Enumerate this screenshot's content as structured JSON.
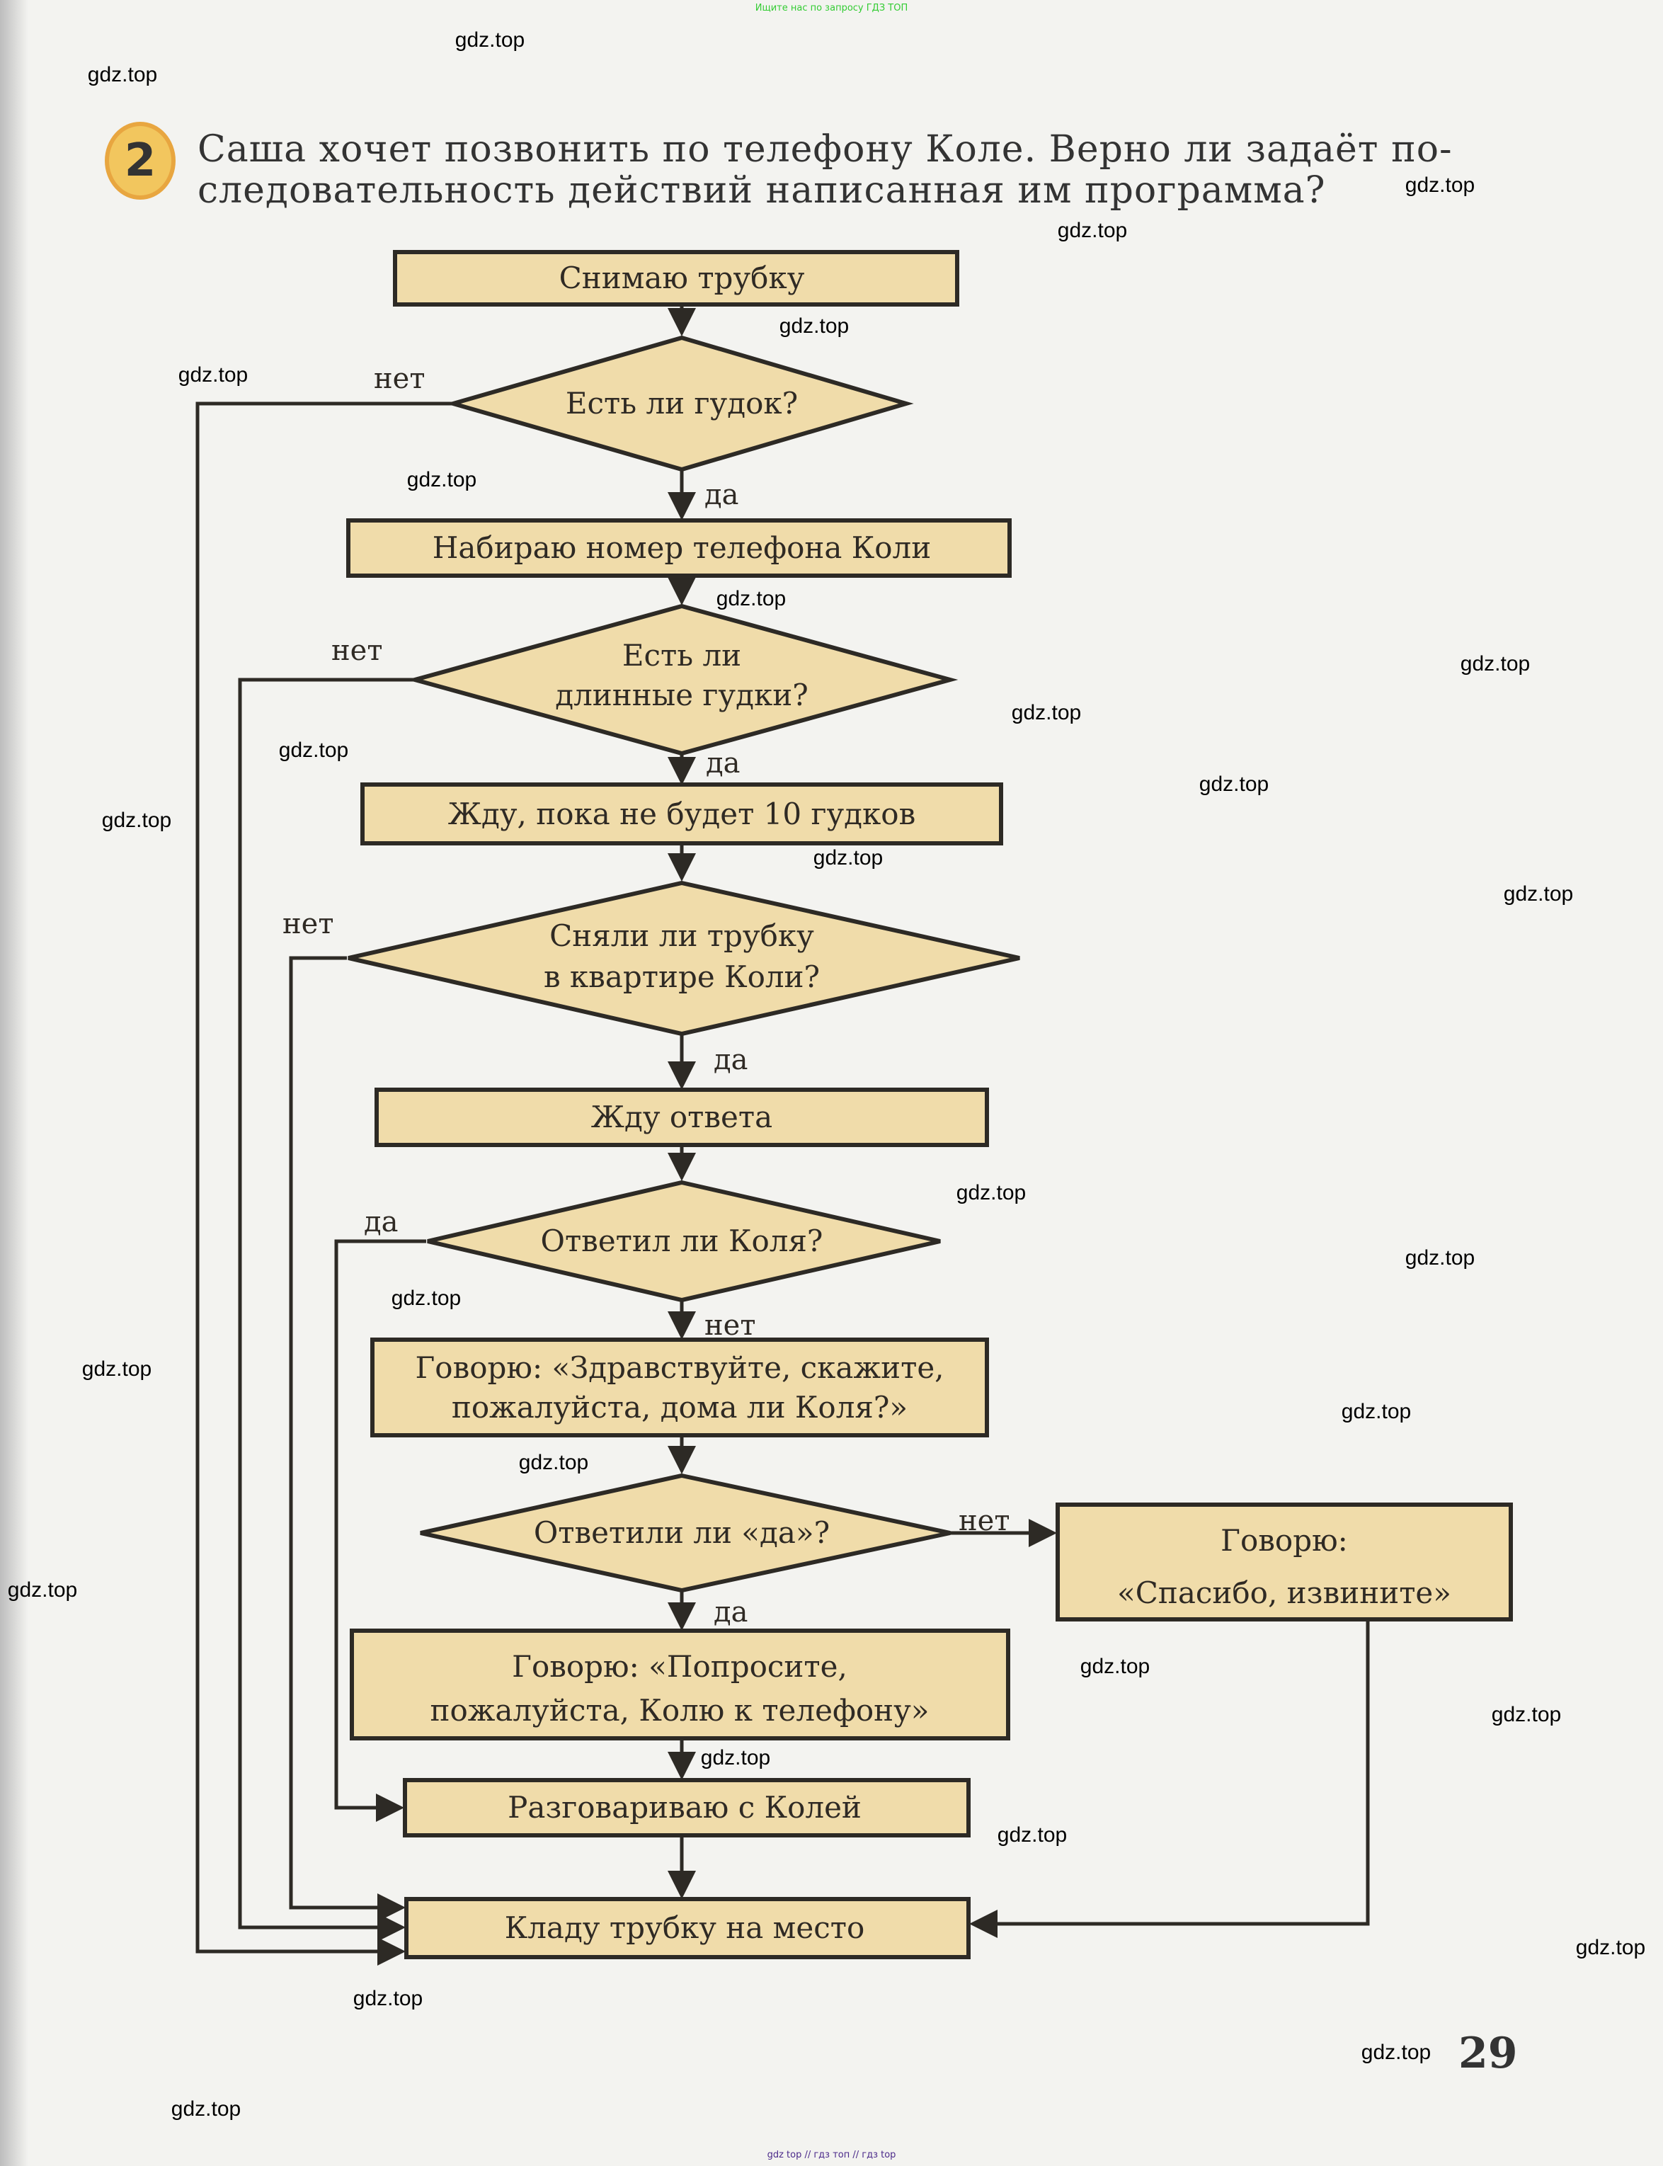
{
  "top_note": "Ищите нас по запросу ГДЗ ТОП",
  "footer_note": "gdz top // гдз топ // гдз top",
  "task": {
    "number": "2",
    "line1": "Саша хочет позвонить по телефону Коле. Верно ли задаёт по-",
    "line2": "следовательность действий написанная им программа?"
  },
  "flowchart": {
    "s1": "Снимаю трубку",
    "d1": "Есть ли гудок?",
    "s2": "Набираю номер телефона Коли",
    "d2": [
      "Есть ли",
      "длинные гудки?"
    ],
    "s3": "Жду, пока не будет 10 гудков",
    "d3": [
      "Сняли ли трубку",
      "в квартире Коли?"
    ],
    "s4": "Жду ответа",
    "d4": "Ответил ли Коля?",
    "s5": [
      "Говорю: «Здравствуйте, скажите,",
      "пожалуйста, дома ли Коля?»"
    ],
    "d5": "Ответили ли «да»?",
    "s6": [
      "Говорю:",
      "«Спасибо, извините»"
    ],
    "s7": [
      "Говорю: «Попросите,",
      "пожалуйста, Колю к телефону»"
    ],
    "s8": "Разговариваю с Колей",
    "s9": "Кладу трубку на место",
    "yes": "да",
    "no": "нет"
  },
  "page_number": "29",
  "watermark": "gdz.top",
  "colors": {
    "box_fill": "#f0dcaa",
    "badge": "#f2c65e"
  }
}
